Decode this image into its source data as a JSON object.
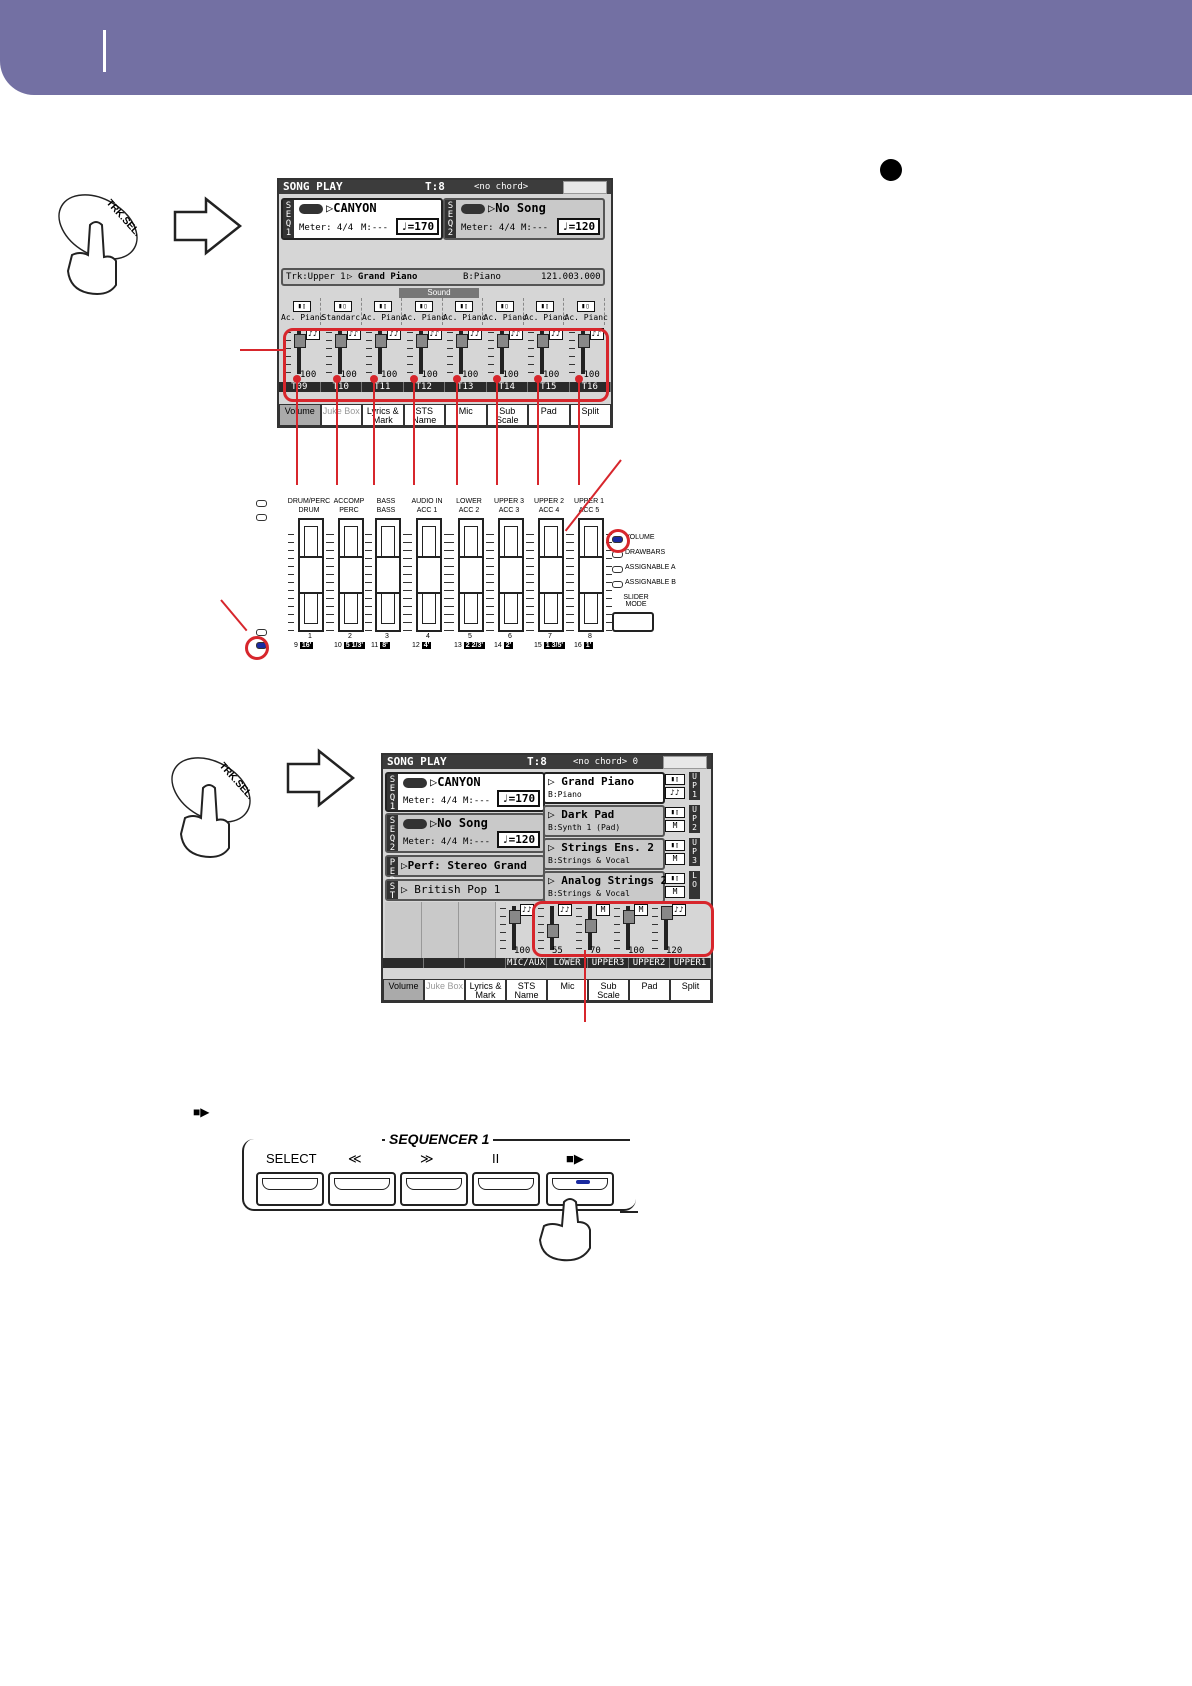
{
  "page": {
    "header_color": "#7370a3",
    "accent_red": "#d7262c"
  },
  "screen1": {
    "title": "SONG PLAY",
    "t": "T:8",
    "chord": "<no chord>",
    "seq1": {
      "label": "S E Q 1",
      "style_icon": "style-pill-icon",
      "song": "▷CANYON",
      "meter": "Meter: 4/4",
      "m": "M:---",
      "tempo": "♩=170"
    },
    "seq2": {
      "label": "S E Q 2",
      "song": "▷No Song",
      "meter": "Meter: 4/4",
      "m": "M:---",
      "tempo": "♩=120"
    },
    "track_line": {
      "trk": "Trk:Upper 1",
      "sound": "▷ Grand Piano",
      "bank": "B:Piano",
      "code": "121.003.000"
    },
    "sound_header": "Sound",
    "sounds": [
      "Ac. Pianc",
      "Standarc",
      "Ac. Pianc",
      "Ac. Pianc",
      "Ac. Pianc",
      "Ac. Pianc",
      "Ac. Pianc",
      "Ac. Pianc"
    ],
    "values": [
      "100",
      "100",
      "100",
      "100",
      "100",
      "100",
      "100",
      "100"
    ],
    "level_fraction": [
      0.9,
      0.9,
      0.9,
      0.9,
      0.9,
      0.9,
      0.9,
      0.9
    ],
    "channels": [
      "T09",
      "T10",
      "T11",
      "T12",
      "T13",
      "T14",
      "T15",
      "T16"
    ],
    "tabs": [
      "Volume",
      "Juke Box",
      "Lyrics & Mark",
      "STS Name",
      "Mic",
      "Sub Scale",
      "Pad",
      "Split"
    ]
  },
  "hardware": {
    "top_labels": [
      [
        "DRUM/PERC",
        "DRUM"
      ],
      [
        "ACCOMP",
        "PERC"
      ],
      [
        "BASS",
        "BASS"
      ],
      [
        "AUDIO IN",
        "ACC 1"
      ],
      [
        "LOWER",
        "ACC 2"
      ],
      [
        "UPPER 3",
        "ACC 3"
      ],
      [
        "UPPER 2",
        "ACC 4"
      ],
      [
        "UPPER 1",
        "ACC 5"
      ]
    ],
    "top_nums": [
      "1",
      "2",
      "3",
      "4",
      "5",
      "6",
      "7",
      "8"
    ],
    "bottom_nums": [
      "9",
      "10",
      "11",
      "12",
      "13",
      "14",
      "15",
      "16"
    ],
    "feet": [
      "16'",
      "5 1/3'",
      "8'",
      "4'",
      "2 2/3'",
      "2'",
      "1 3/5'",
      "1'"
    ],
    "modes": [
      "VOLUME",
      "DRAWBARS",
      "ASSIGNABLE A",
      "ASSIGNABLE B"
    ],
    "mode_button": "SLIDER MODE"
  },
  "screen2": {
    "title": "SONG PLAY",
    "t": "T:8",
    "chord": "<no chord> 0",
    "seq1": {
      "label": "S E Q 1",
      "song": "▷CANYON",
      "meter": "Meter: 4/4",
      "m": "M:---",
      "tempo": "♩=170"
    },
    "seq2": {
      "label": "S E Q 2",
      "song": "▷No Song",
      "meter": "Meter: 4/4",
      "m": "M:---",
      "tempo": "♩=120"
    },
    "perf": {
      "label": "P E R",
      "text": "▷Perf:  Stereo Grand"
    },
    "sts": {
      "label": "S T",
      "text": "▷ British Pop 1"
    },
    "slots": [
      {
        "name": "▷ Grand Piano",
        "bank": "B:Piano",
        "tag": "U P 1"
      },
      {
        "name": "▷ Dark Pad",
        "bank": "B:Synth 1 (Pad)",
        "tag": "U P 2"
      },
      {
        "name": "▷ Strings Ens. 2",
        "bank": "B:Strings & Vocal",
        "tag": "U P 3"
      },
      {
        "name": "▷ Analog Strings 2",
        "bank": "B:Strings & Vocal",
        "tag": "L O"
      }
    ],
    "values": [
      "100",
      "55",
      "70",
      "100",
      "120"
    ],
    "level_fraction": [
      0.9,
      0.5,
      0.65,
      0.9,
      1.0
    ],
    "channels": [
      "MIC/AUX",
      "LOWER",
      "UPPER3",
      "UPPER2",
      "UPPER1"
    ],
    "tabs": [
      "Volume",
      "Juke Box",
      "Lyrics & Mark",
      "STS Name",
      "Mic",
      "Sub Scale",
      "Pad",
      "Split"
    ]
  },
  "trk_button": "TRK.SEL.",
  "play_stop_symbol": "■▶",
  "sequencer": {
    "title": "SEQUENCER 1",
    "buttons": [
      "SELECT",
      "≪",
      "≫",
      "II",
      "■▶"
    ]
  }
}
